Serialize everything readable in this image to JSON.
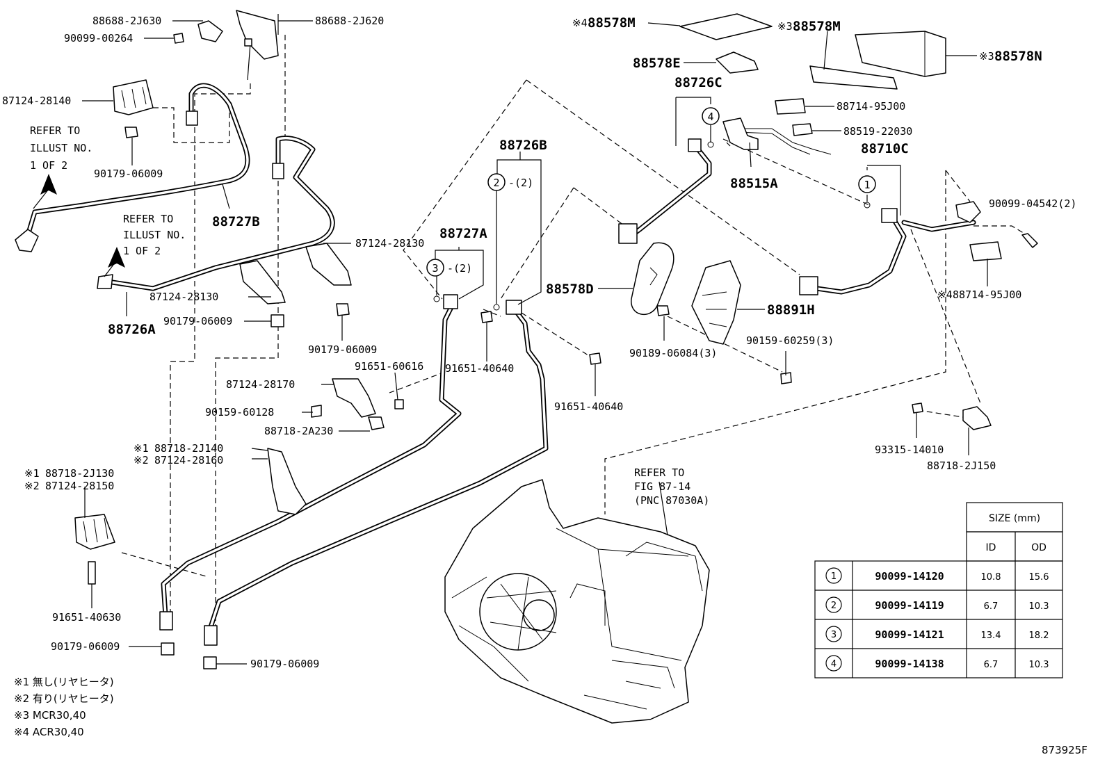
{
  "labels": {
    "p_88688_2J630": "88688-2J630",
    "p_88688_2J620": "88688-2J620",
    "p_90099_00264": "90099-00264",
    "p_87124_28140": "87124-28140",
    "p_90179_06009_a": "90179-06009",
    "p_88727B": "88727B",
    "p_88726A": "88726A",
    "p_87124_28130_a": "87124-28130",
    "p_87124_28130_b": "87124-28130",
    "p_90179_06009_b": "90179-06009",
    "p_90179_06009_c": "90179-06009",
    "p_91651_60616": "91651-60616",
    "p_87124_28170": "87124-28170",
    "p_90159_60128": "90159-60128",
    "p_88718_2A230": "88718-2A230",
    "p_88718_2J140": "88718-2J140",
    "p_87124_28160": "87124-28160",
    "p_88718_2J130": "88718-2J130",
    "p_87124_28150": "87124-28150",
    "p_91651_40630": "91651-40630",
    "p_90179_06009_d": "90179-06009",
    "p_90179_06009_e": "90179-06009",
    "p_88727A": "88727A",
    "p_88726B": "88726B",
    "p_91651_40640_a": "91651-40640",
    "p_91651_40640_b": "91651-40640",
    "p_88578M_a": "88578M",
    "p_88578M_b": "88578M",
    "p_88578N": "88578N",
    "p_88578E": "88578E",
    "p_88726C": "88726C",
    "p_88714_95J00_a": "88714-95J00",
    "p_88519_22030": "88519-22030",
    "p_88515A": "88515A",
    "p_88710C": "88710C",
    "p_90099_04542": "90099-04542(2)",
    "p_88578D": "88578D",
    "p_88891H": "88891H",
    "p_90159_60259": "90159-60259(3)",
    "p_90189_06084": "90189-06084(3)",
    "p_88714_95J00_b": "88714-95J00",
    "p_93315_14010": "93315-14010",
    "p_88718_2J150": "88718-2J150",
    "q2": "-(2)",
    "q3": "-(2)"
  },
  "marks": {
    "m1": "※1",
    "m2": "※2",
    "m3": "※3",
    "m4": "※4"
  },
  "circles": {
    "c1": "1",
    "c2": "2",
    "c3": "3",
    "c4": "4"
  },
  "refers": {
    "illust_line1": "REFER TO",
    "illust_line2": "ILLUST NO.",
    "illust_line3": "1 OF 2",
    "fig_line1": "REFER TO",
    "fig_line2": "FIG 87-14",
    "fig_line3": "(PNC 87030A)"
  },
  "notes": [
    "※1 無し(リヤヒータ)",
    "※2 有り(リヤヒータ)",
    "※3 MCR30,40",
    "※4 ACR30,40"
  ],
  "figure_code": "873925F",
  "size_table": {
    "title": "SIZE (mm)",
    "col_id": "ID",
    "col_od": "OD",
    "rows": [
      {
        "key": "1",
        "part": "90099-14120",
        "id": "10.8",
        "od": "15.6"
      },
      {
        "key": "2",
        "part": "90099-14119",
        "id": "6.7",
        "od": "10.3"
      },
      {
        "key": "3",
        "part": "90099-14121",
        "id": "13.4",
        "od": "18.2"
      },
      {
        "key": "4",
        "part": "90099-14138",
        "id": "6.7",
        "od": "10.3"
      }
    ]
  }
}
